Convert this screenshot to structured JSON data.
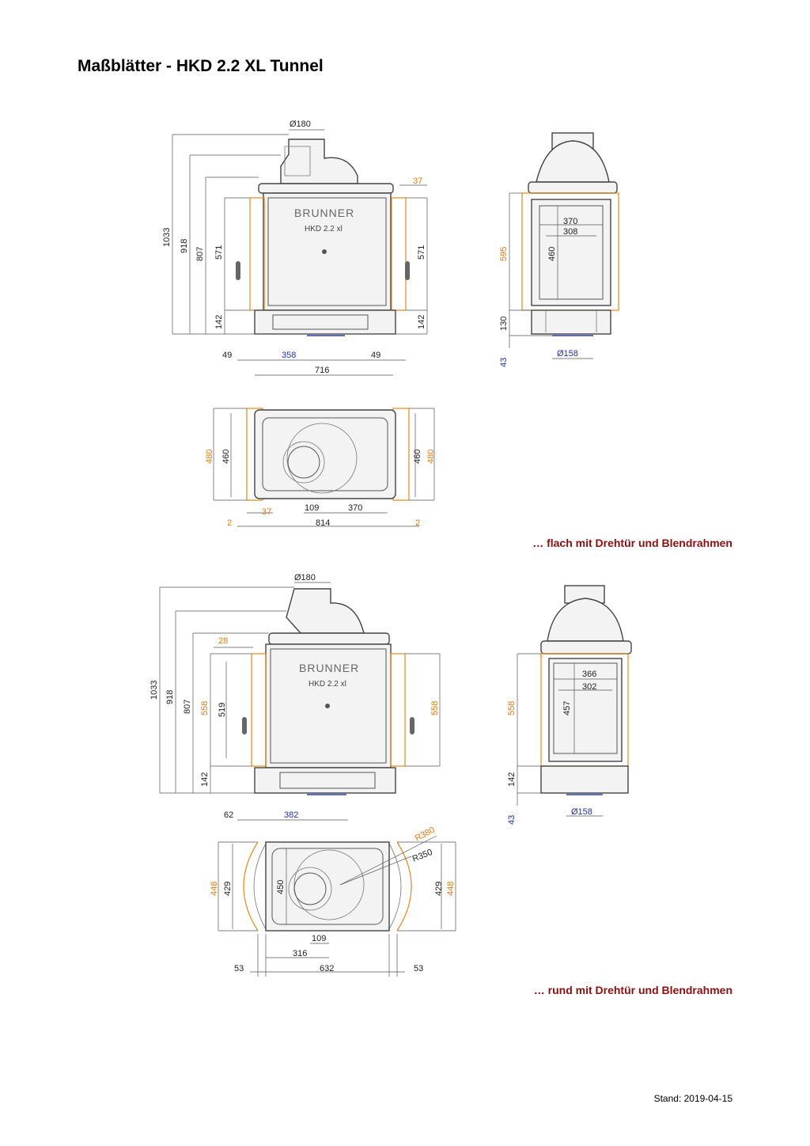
{
  "title": "Maßblätter - HKD 2.2 XL Tunnel",
  "brand": "BRUNNER",
  "model_label": "HKD 2.2 xl",
  "captions": {
    "flach": "… flach mit Drehtür und Blendrahmen",
    "rund": "… rund mit Drehtür und Blendrahmen"
  },
  "stand": "Stand: 2019-04-15",
  "colors": {
    "caption": "#8b0f10",
    "frame_dimension": "#e07b12",
    "flue_dimension": "#1f2fb5"
  },
  "flach": {
    "front": {
      "d_top": "Ø180",
      "h_total": "1033",
      "h_918": "918",
      "h_807": "807",
      "h_571_left": "571",
      "h_142_left": "142",
      "frame_37": "37",
      "h_571_right": "571",
      "h_142_right": "142",
      "w_49_left": "49",
      "w_358": "358",
      "w_49_right": "49",
      "w_716": "716"
    },
    "side": {
      "w_370": "370",
      "w_308": "308",
      "h_460": "460",
      "h_595": "595",
      "h_130": "130",
      "h_43": "43",
      "d_bottom": "Ø158"
    },
    "top": {
      "d_480_left": "480",
      "d_460_left": "460",
      "d_460_right": "460",
      "d_480_right": "480",
      "w_37": "37",
      "w_109": "109",
      "w_370": "370",
      "w_2_left": "2",
      "w_814": "814",
      "w_2_right": "2"
    }
  },
  "rund": {
    "front": {
      "d_top": "Ø180",
      "h_total": "1033",
      "h_918": "918",
      "h_807": "807",
      "h_558_left": "558",
      "h_519": "519",
      "frame_28": "28",
      "h_142": "142",
      "h_558_right": "558",
      "w_62": "62",
      "w_382": "382"
    },
    "side": {
      "w_366": "366",
      "w_302": "302",
      "h_457": "457",
      "h_558": "558",
      "h_142": "142",
      "h_43": "43",
      "d_bottom": "Ø158"
    },
    "top": {
      "r_380": "R380",
      "r_350": "R350",
      "d_448_left": "448",
      "d_429_left": "429",
      "d_450": "450",
      "d_429_right": "429",
      "d_448_right": "448",
      "w_109": "109",
      "w_316": "316",
      "w_53_left": "53",
      "w_632": "632",
      "w_53_right": "53"
    }
  }
}
